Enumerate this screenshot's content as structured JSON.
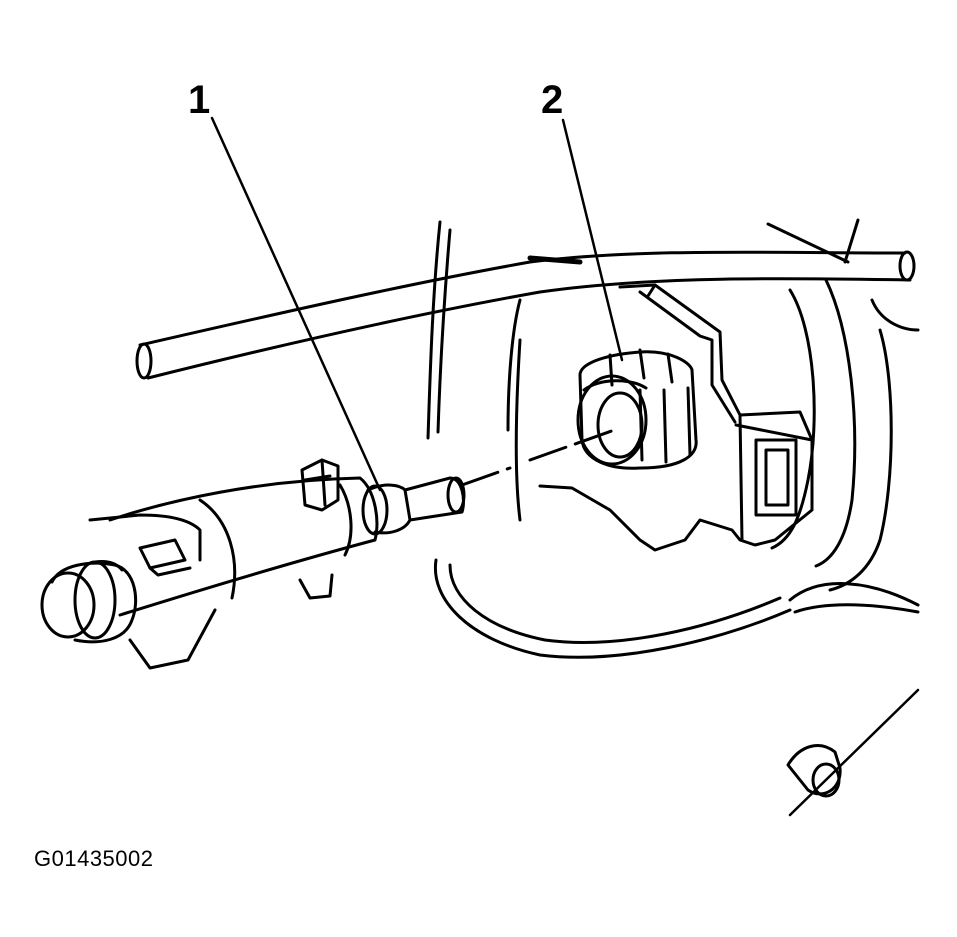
{
  "callouts": [
    {
      "label": "1"
    },
    {
      "label": "2"
    }
  ],
  "figure_id": "G01435002",
  "colors": {
    "line": "#000000",
    "background": "#ffffff"
  }
}
